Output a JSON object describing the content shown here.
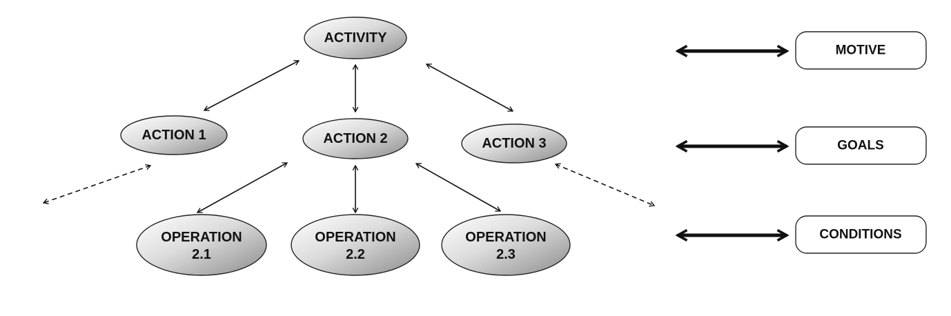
{
  "nodes": {
    "activity": "ACTIVITY",
    "action1": "ACTION 1",
    "action2": "ACTION 2",
    "action3": "ACTION 3",
    "op21": {
      "line1": "OPERATION",
      "line2": "2.1"
    },
    "op22": {
      "line1": "OPERATION",
      "line2": "2.2"
    },
    "op23": {
      "line1": "OPERATION",
      "line2": "2.3"
    }
  },
  "legend": {
    "motive": "MOTIVE",
    "goals": "GOALS",
    "conditions": "CONDITIONS"
  }
}
